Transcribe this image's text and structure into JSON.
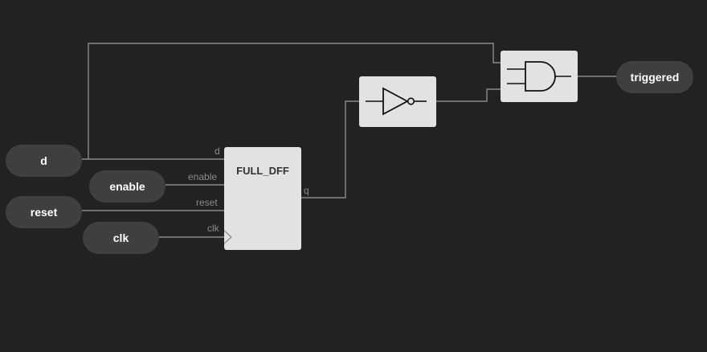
{
  "inputs": {
    "d": "d",
    "enable": "enable",
    "reset": "reset",
    "clk": "clk"
  },
  "outputs": {
    "triggered": "triggered"
  },
  "dff": {
    "title": "FULL_DFF",
    "pins": {
      "d": "d",
      "enable": "enable",
      "reset": "reset",
      "clk": "clk",
      "q": "q"
    }
  },
  "gates": {
    "not": "not-gate-icon",
    "and": "and-gate-icon"
  },
  "colors": {
    "background": "#222222",
    "node": "#3f3f3f",
    "block": "#e2e2e2",
    "wire": "#8a8a8a"
  }
}
